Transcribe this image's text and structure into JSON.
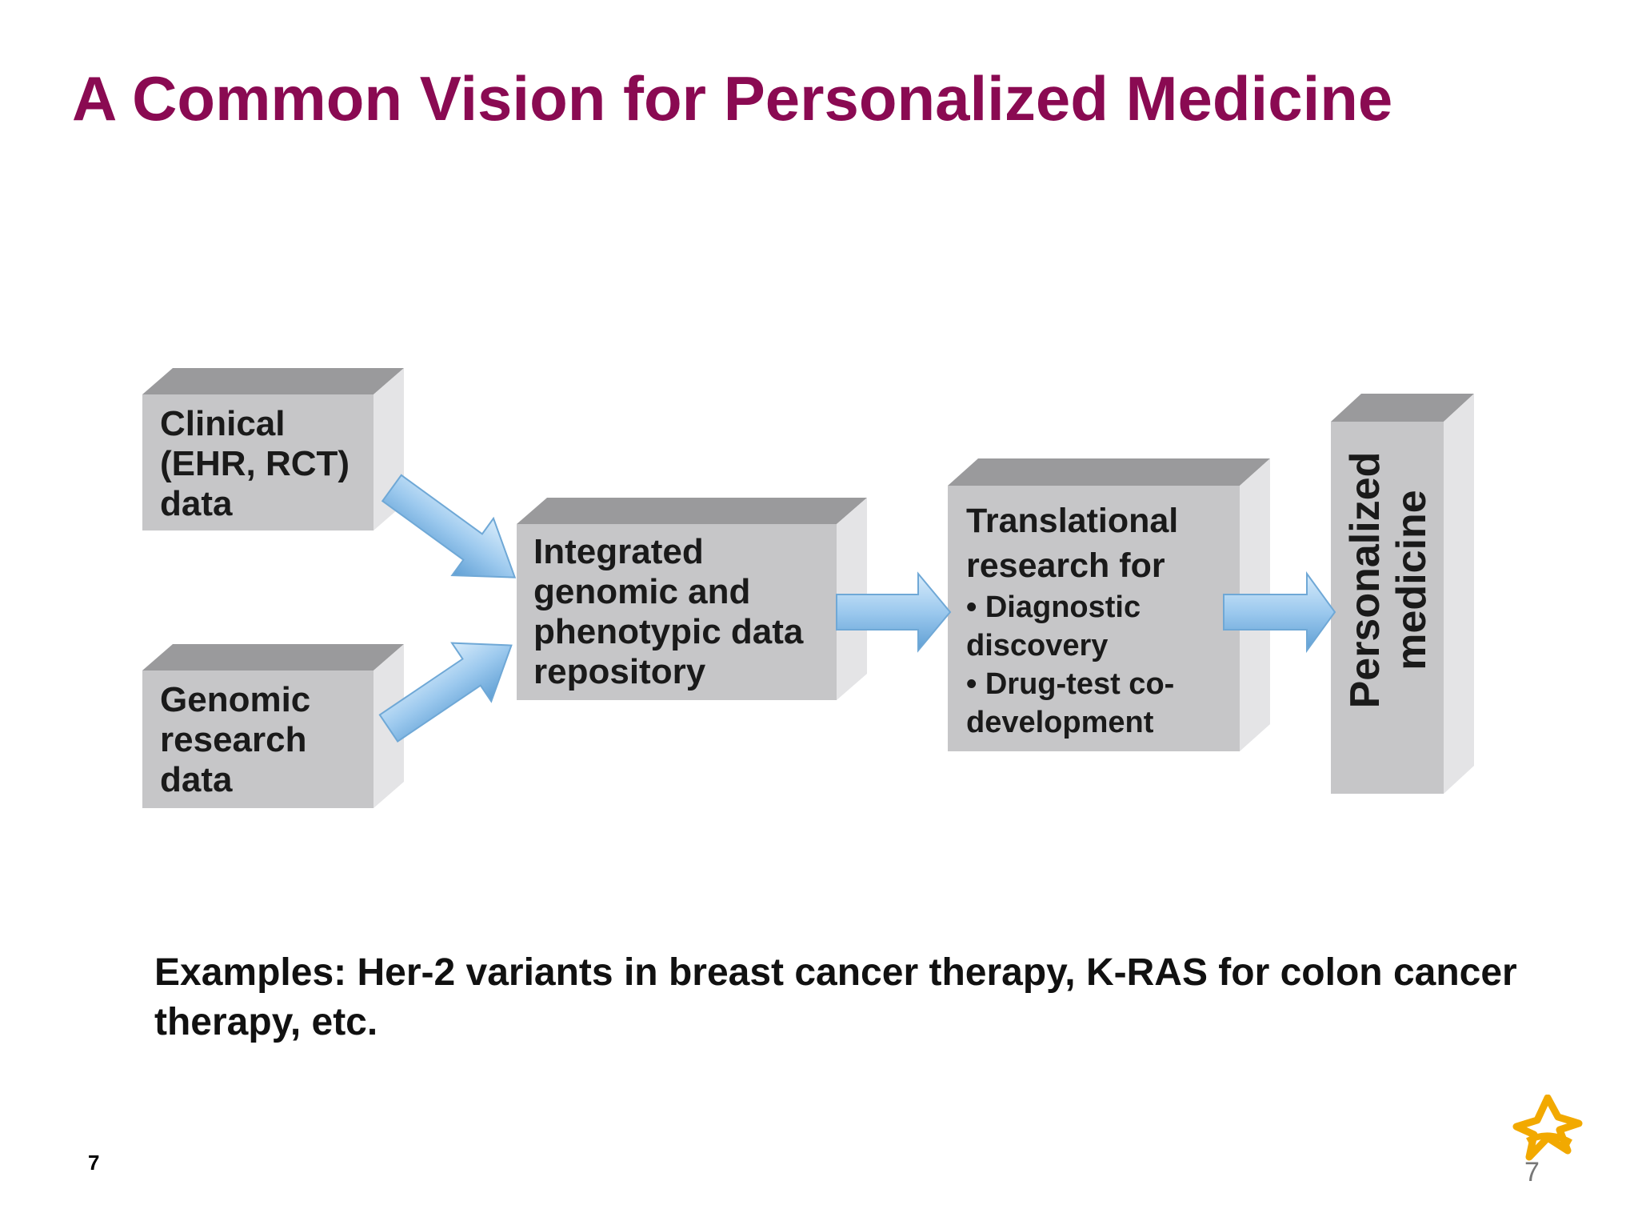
{
  "title": "A Common Vision for Personalized Medicine",
  "diagram": {
    "clinical_box": {
      "lines": [
        "Clinical",
        "(EHR, RCT)",
        "data"
      ]
    },
    "genomic_box": {
      "lines": [
        "Genomic",
        "research",
        "data"
      ]
    },
    "repository_box": {
      "lines": [
        "Integrated",
        "genomic and",
        "phenotypic data",
        "repository"
      ]
    },
    "translational_box": {
      "heading_lines": [
        "Translational",
        "research for"
      ],
      "bullets": [
        "• Diagnostic",
        "discovery",
        "• Drug-test co-",
        "development"
      ]
    },
    "outcome_box": {
      "lines": [
        "Personalized",
        "medicine"
      ]
    }
  },
  "examples_text": "Examples: Her-2 variants in breast cancer therapy, K-RAS for colon cancer therapy, etc.",
  "page_number_left": "7",
  "page_number_right": "7",
  "colors": {
    "title": "#8a0a52",
    "box_front": "#c6c6c8",
    "box_top": "#9a9a9c",
    "box_side": "#e4e4e6",
    "arrow": "#9cc9ee",
    "logo": "#f2a900"
  },
  "icons": {
    "logo": "company-logo-icon"
  }
}
